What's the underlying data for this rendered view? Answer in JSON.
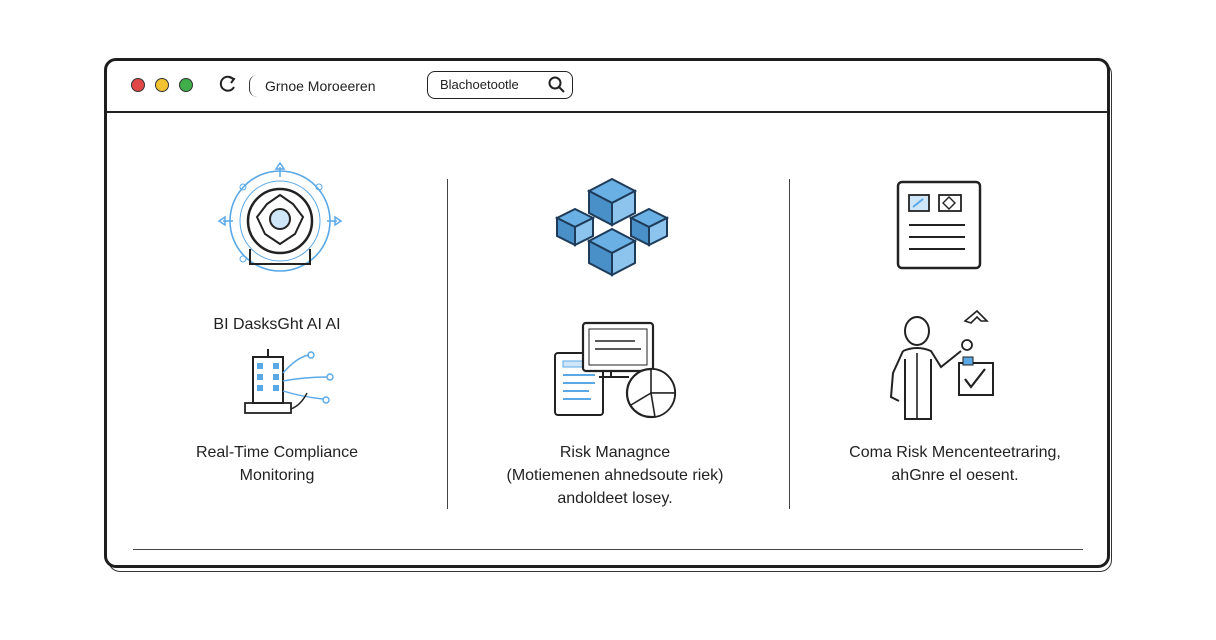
{
  "browser": {
    "tab_title": "Grnoe Moroeeren",
    "search_text": "Blachoetootle"
  },
  "columns": [
    {
      "top_label": "BI DasksGht AI AI",
      "bottom_label_line1": "Real-Time Compliance",
      "bottom_label_line2": "Monitoring"
    },
    {
      "title": "Risk Managnce",
      "line2": "(Motiemenen ahnedsoute riek)",
      "line3": "andoldeet losey."
    },
    {
      "line1": "Coma Risk Mencenteetraring,",
      "line2": "ahGnre el oesent."
    }
  ],
  "colors": {
    "accent_blue": "#5aa9e6",
    "traffic_red": "#e04848",
    "traffic_yellow": "#f2c230",
    "traffic_green": "#3fae4a"
  },
  "icons": [
    "close-dot",
    "minimize-dot",
    "maximize-dot",
    "reload-icon",
    "search-icon",
    "gear-network-icon",
    "server-network-icon",
    "cube-stack-icon",
    "devices-chart-icon",
    "document-card-icon",
    "person-checklist-icon"
  ]
}
